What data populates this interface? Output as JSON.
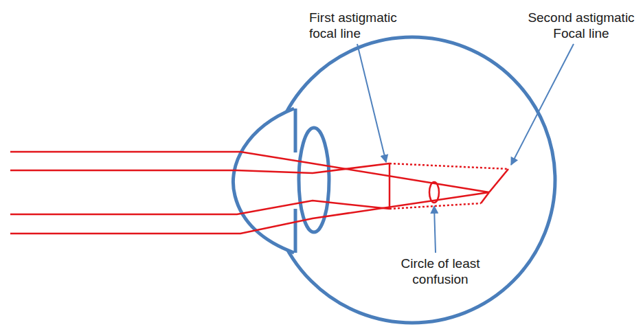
{
  "diagram": {
    "labels": [
      "First astigmatic focal line",
      "Second astigmatic Focal line",
      "Circle of least confusion"
    ]
  }
}
